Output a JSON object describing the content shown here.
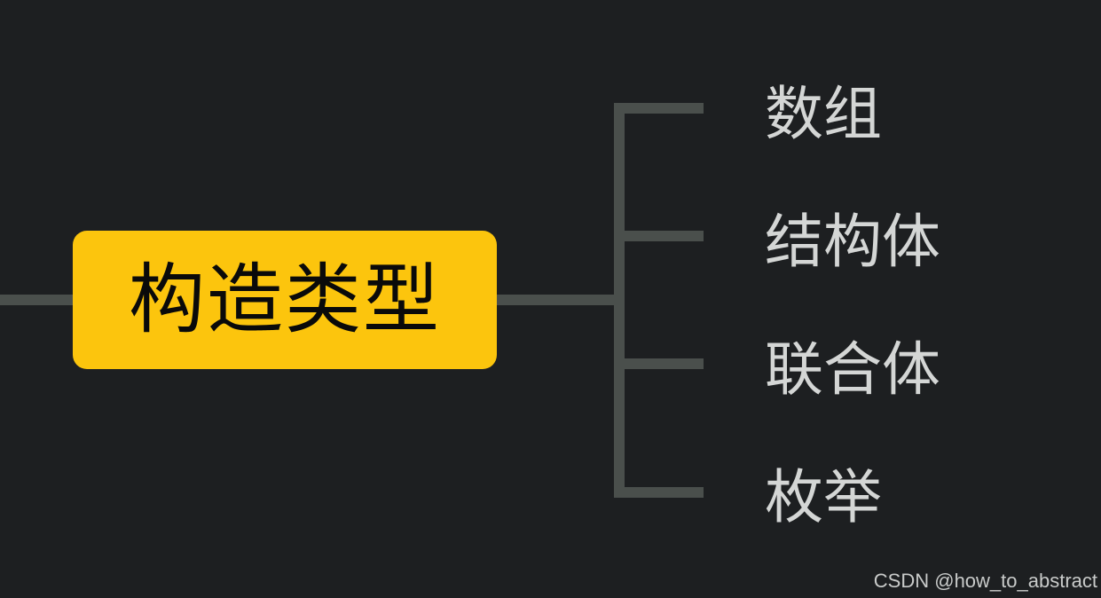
{
  "colors": {
    "background": "#1d1f21",
    "root_fill": "#fcc50d",
    "root_text": "#0a0a0a",
    "connector": "#4a4f4c",
    "child_text": "#d4d6d5"
  },
  "root": {
    "label": "构造类型"
  },
  "children": [
    {
      "label": "数组"
    },
    {
      "label": "结构体"
    },
    {
      "label": "联合体"
    },
    {
      "label": "枚举"
    }
  ],
  "watermark": "CSDN @how_to_abstract"
}
